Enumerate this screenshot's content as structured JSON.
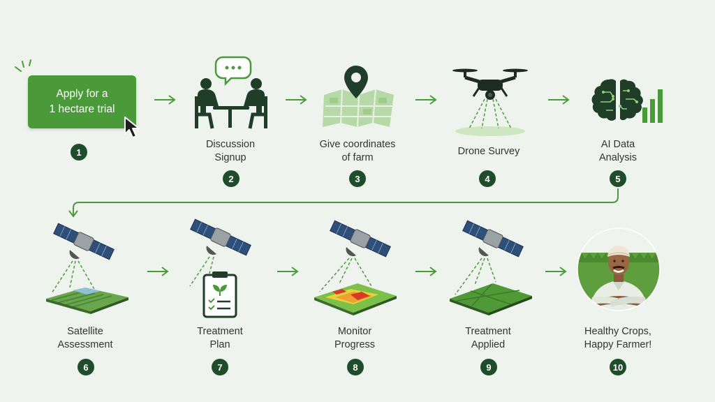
{
  "colors": {
    "background": "#eef3ee",
    "accent": "#4a9a3a",
    "dark_green": "#1f4d2b",
    "arrow": "#4a9a3a"
  },
  "steps": [
    {
      "number": "1",
      "label": "Apply for a\n1 hectare trial",
      "icon": "cursor-click-icon"
    },
    {
      "number": "2",
      "label": "Discussion\nSignup",
      "icon": "meeting-chat-icon"
    },
    {
      "number": "3",
      "label": "Give coordinates\nof farm",
      "icon": "map-pin-icon"
    },
    {
      "number": "4",
      "label": "Drone Survey",
      "icon": "drone-icon"
    },
    {
      "number": "5",
      "label": "AI Data\nAnalysis",
      "icon": "ai-brain-chart-icon"
    },
    {
      "number": "6",
      "label": "Satellite\nAssessment",
      "icon": "satellite-field-icon"
    },
    {
      "number": "7",
      "label": "Treatment\nPlan",
      "icon": "satellite-clipboard-icon"
    },
    {
      "number": "8",
      "label": "Monitor\nProgress",
      "icon": "satellite-heatmap-icon"
    },
    {
      "number": "9",
      "label": "Treatment\nApplied",
      "icon": "satellite-green-field-icon"
    },
    {
      "number": "10",
      "label": "Healthy Crops,\nHappy Farmer!",
      "icon": "farmer-portrait-icon"
    }
  ]
}
